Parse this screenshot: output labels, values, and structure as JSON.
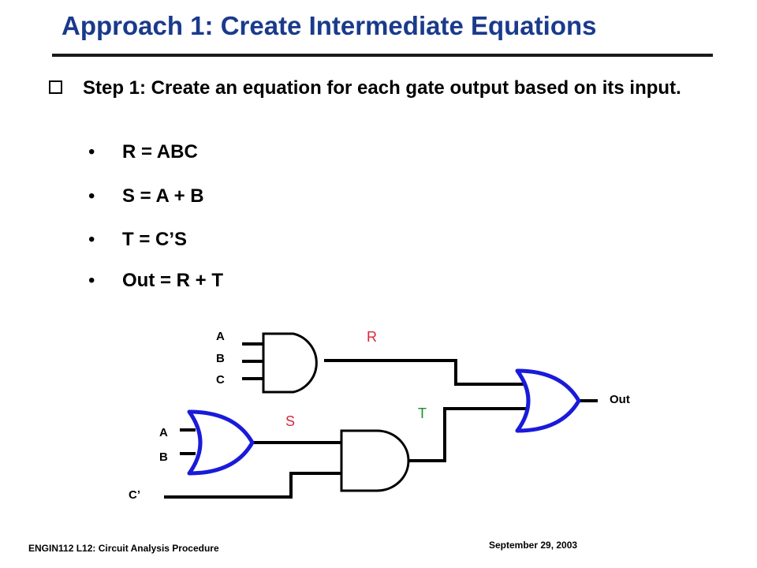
{
  "slide": {
    "title": "Approach 1: Create Intermediate Equations",
    "step": "Step 1: Create an equation for each gate output based on its input.",
    "bullet_glyph": "•",
    "equations": [
      "R = ABC",
      "S = A + B",
      "T = C’S",
      "Out = R + T"
    ]
  },
  "circuit": {
    "and1_inputs": [
      "A",
      "B",
      "C"
    ],
    "or1_inputs": [
      "A",
      "B"
    ],
    "c_prime": "C’",
    "signal_r": "R",
    "signal_s": "S",
    "signal_t": "T",
    "output": "Out",
    "gate_color": "#1a1adb",
    "r_color": "#d8283c",
    "s_color": "#d8283c",
    "t_color": "#1f8a2a"
  },
  "footer": {
    "left": "ENGIN112  L12: Circuit Analysis Procedure",
    "right": "September 29, 2003"
  }
}
